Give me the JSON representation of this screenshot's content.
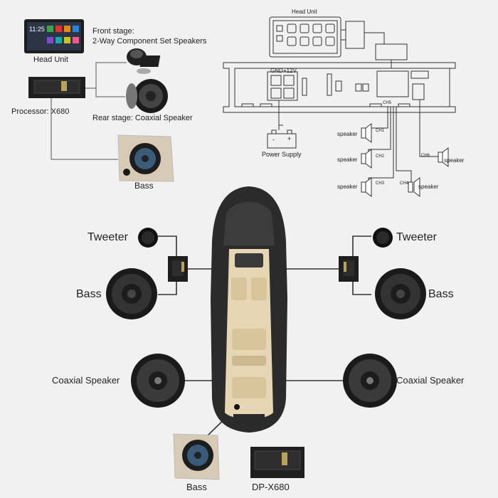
{
  "top_left": {
    "head_unit_label": "Head Unit",
    "front_stage_label": "Front stage:",
    "front_stage_desc": "2-Way Component Set Speakers",
    "processor_label": "Processor: X680",
    "rear_stage_label": "Rear stage: Coaxial Speaker",
    "bass_label": "Bass",
    "screen_time": "11:25"
  },
  "wiring": {
    "head_unit_label": "Head Unit",
    "gnd_label": "GND",
    "plus12_label": "+12V",
    "power_supply_label": "Power Supply",
    "minus_sign": "-",
    "plus_sign": "+",
    "speaker_label": "speaker",
    "channels": [
      "CH1",
      "CH2",
      "CH3",
      "CH4",
      "CH5",
      "CH6"
    ]
  },
  "car_layout": {
    "tweeter_label": "Tweeter",
    "bass_label": "Bass",
    "coaxial_label": "Coaxial Speaker",
    "bottom_bass_label": "Bass",
    "bottom_processor_label": "DP-X680"
  },
  "colors": {
    "background": "#f1f1f1",
    "line": "#333333",
    "speaker_cone": "#2a2a2a",
    "interior": "#e6d6b4",
    "enclosure": "#d8cbb6"
  }
}
